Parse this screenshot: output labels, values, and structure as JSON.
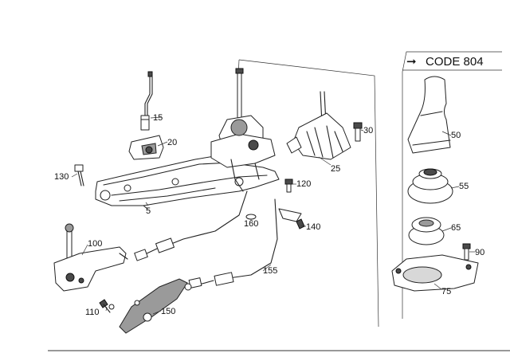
{
  "code_box": {
    "arrow": "➞",
    "text": "CODE 804"
  },
  "callouts": {
    "p5": "5",
    "p15": "15",
    "p20": "20",
    "p25": "25",
    "p30": "30",
    "p50": "50",
    "p55": "55",
    "p65": "65",
    "p75": "75",
    "p90": "90",
    "p100": "100",
    "p110": "110",
    "p120": "120",
    "p130": "130",
    "p140": "140",
    "p150": "150",
    "p155": "155",
    "p160": "160"
  }
}
